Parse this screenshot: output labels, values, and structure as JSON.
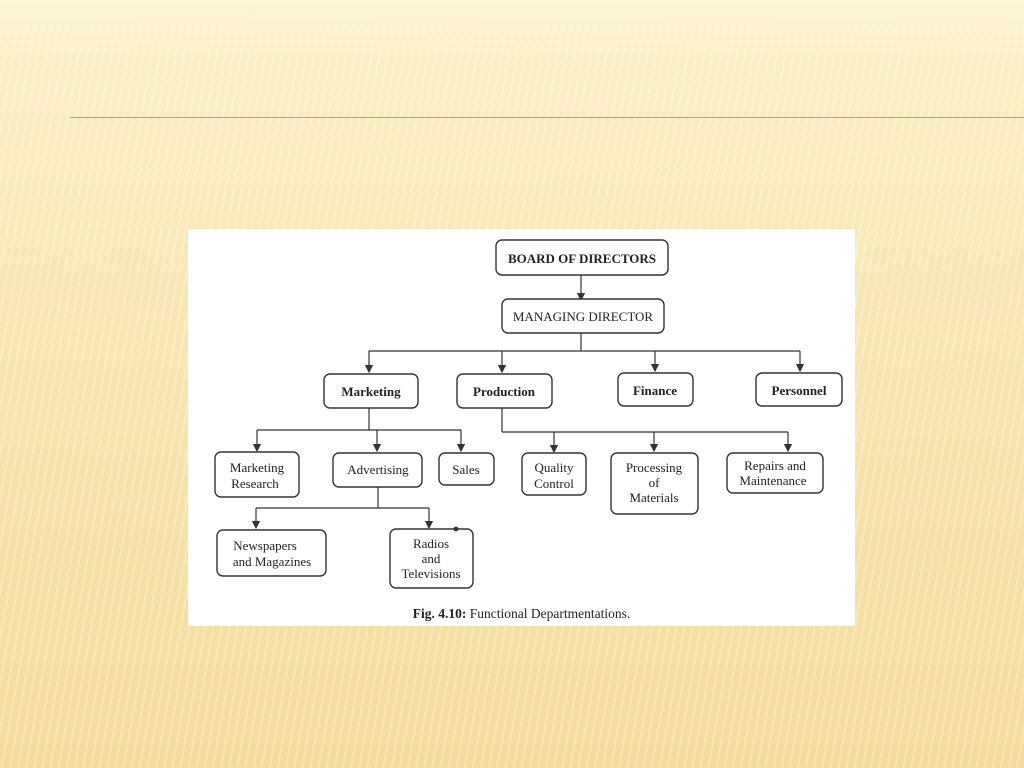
{
  "slide": {
    "accent_color": "#e49a3c",
    "background_color": "#f8e7b4"
  },
  "diagram": {
    "board": "BOARD OF DIRECTORS",
    "managing": "MANAGING DIRECTOR",
    "marketing": "Marketing",
    "production": "Production",
    "finance": "Finance",
    "personnel": "Personnel",
    "marketing_research": [
      "Marketing",
      "Research"
    ],
    "advertising": "Advertising",
    "sales": "Sales",
    "quality_control": [
      "Quality",
      "Control"
    ],
    "processing": [
      "Processing",
      "of",
      "Materials"
    ],
    "repairs": [
      "Repairs and",
      "Maintenance"
    ],
    "newspapers": [
      "Newspapers",
      "and Magazines"
    ],
    "radios": [
      "Radios",
      "and",
      "Televisions"
    ]
  },
  "caption": {
    "fig_num": "Fig. 4.10:",
    "text": " Functional  Departmentations."
  }
}
